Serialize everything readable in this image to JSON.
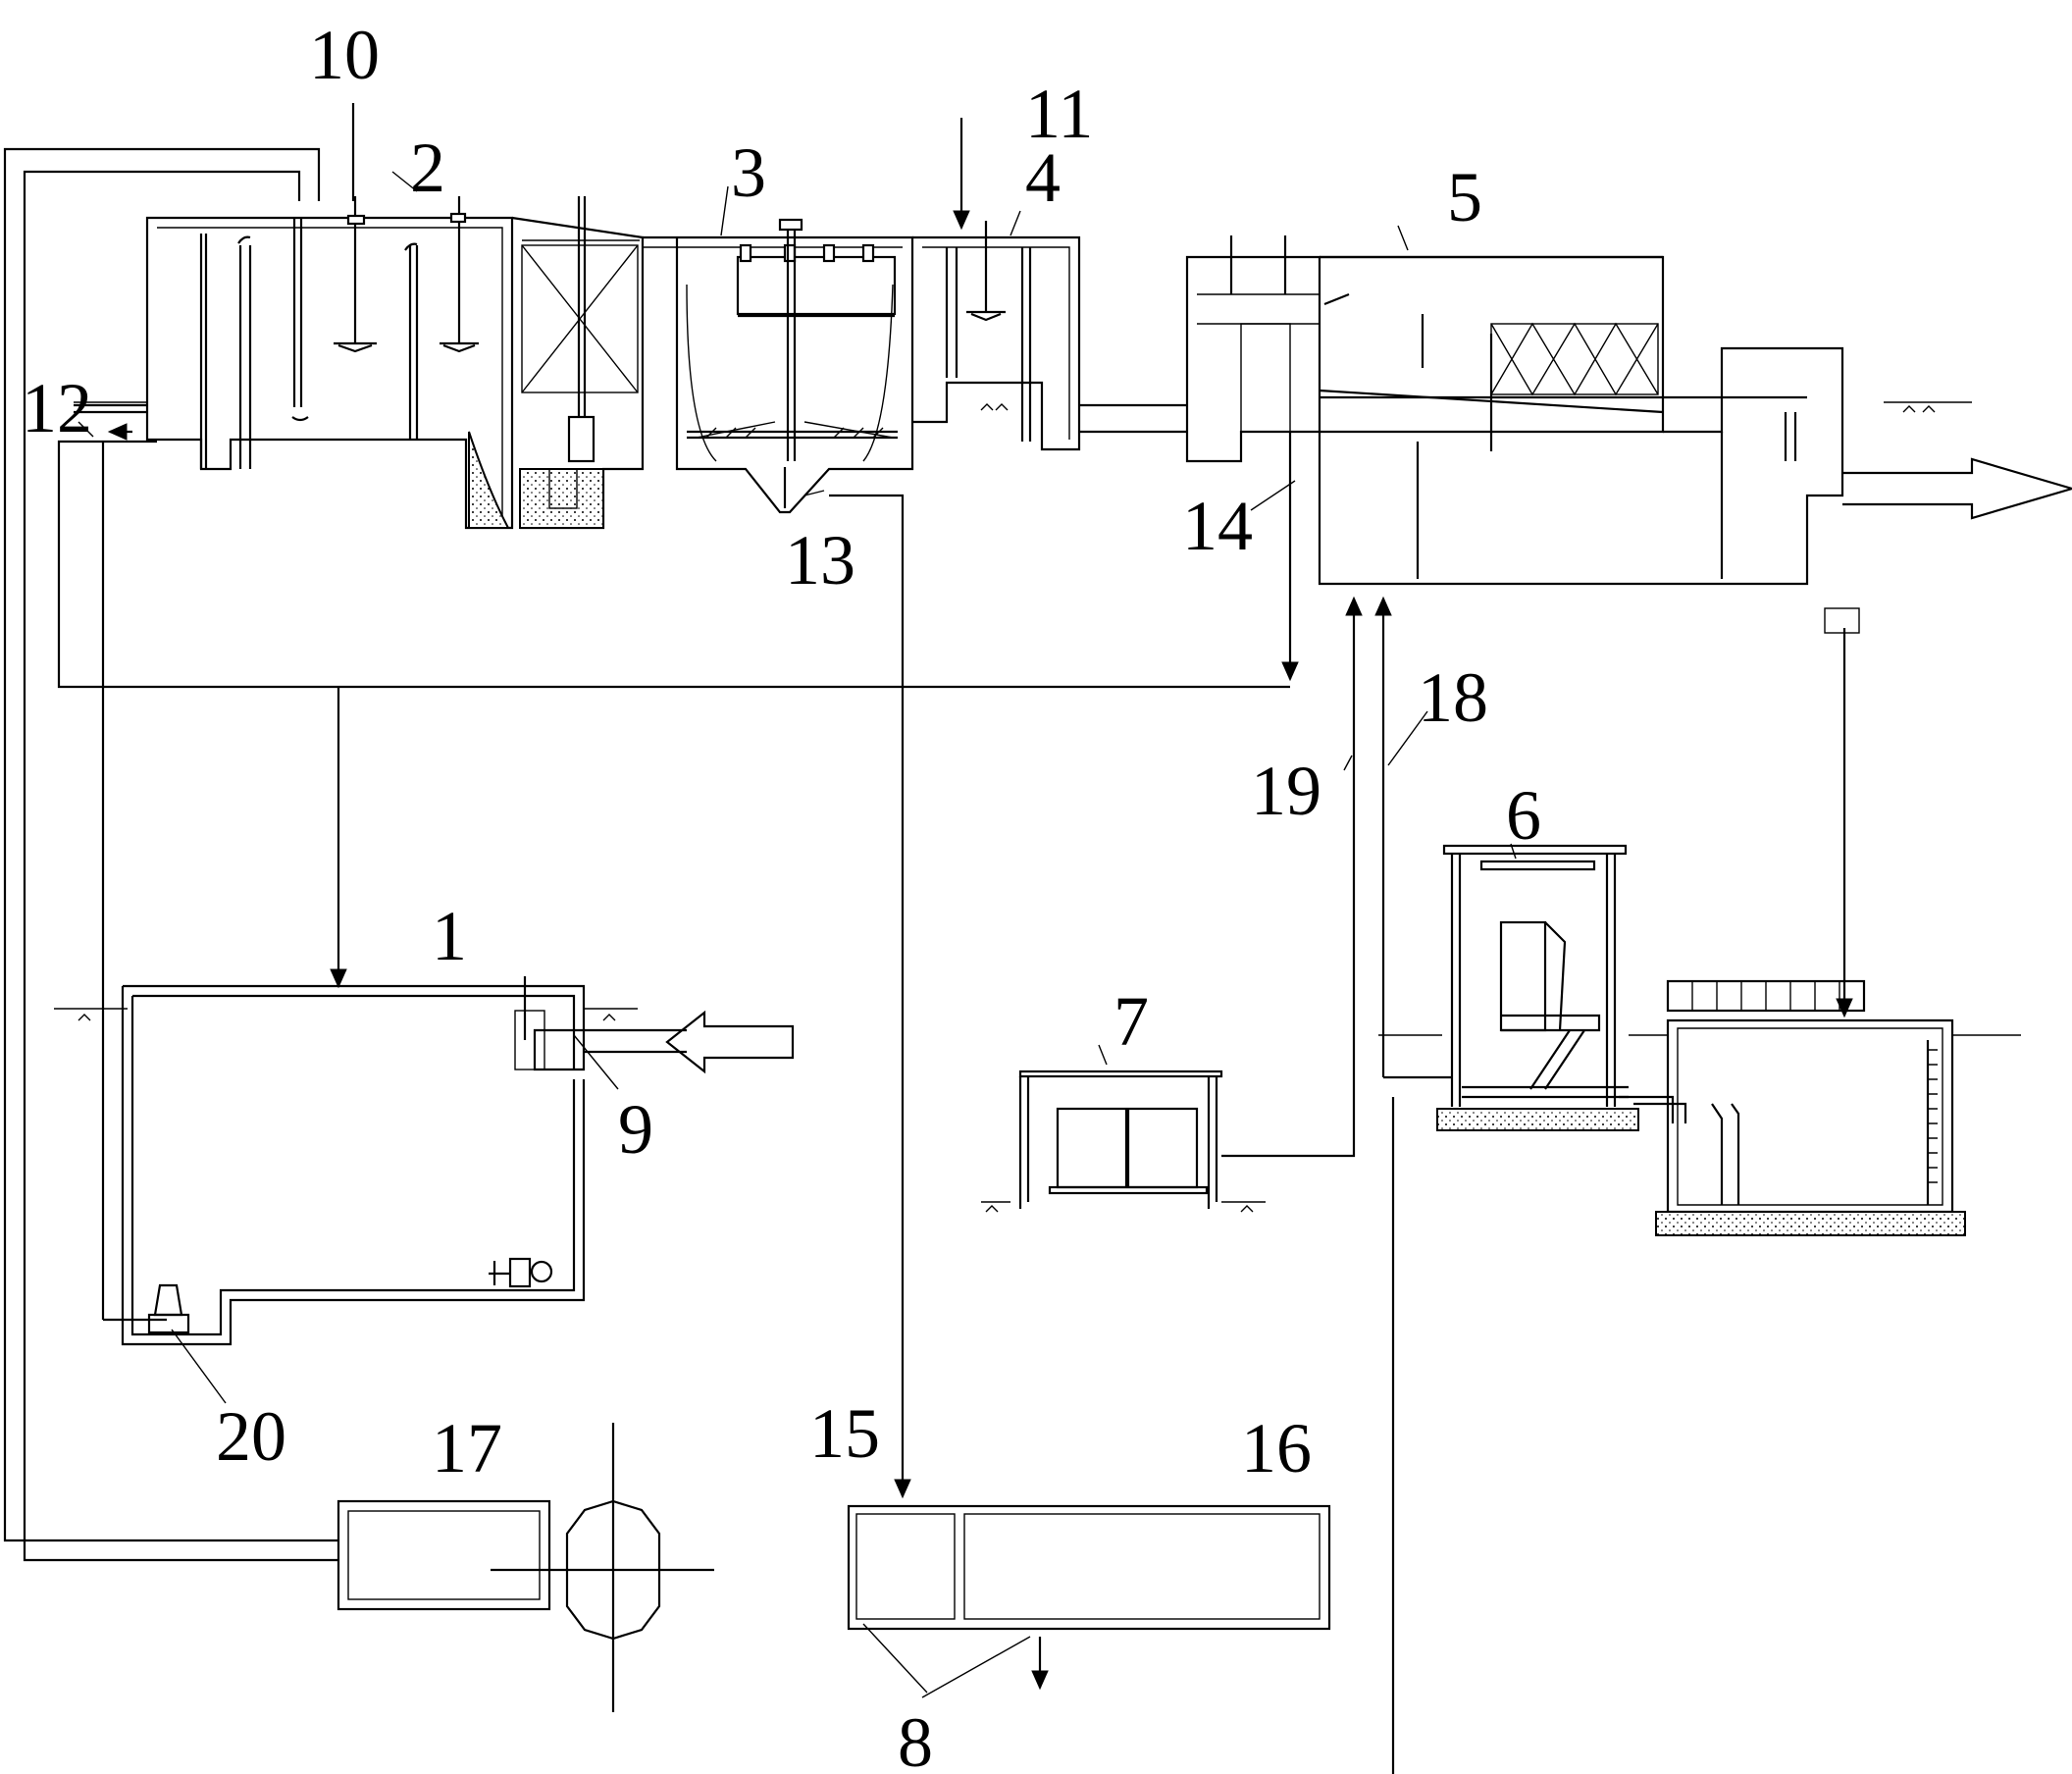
{
  "labels": {
    "l1": "1",
    "l2": "2",
    "l3": "3",
    "l4": "4",
    "l5": "5",
    "l6": "6",
    "l7": "7",
    "l8": "8",
    "l9": "9",
    "l10": "10",
    "l11": "11",
    "l12": "12",
    "l13": "13",
    "l14": "14",
    "l15": "15",
    "l16": "16",
    "l17": "17",
    "l18": "18",
    "l19": "19",
    "l20": "20"
  },
  "colors": {
    "line": "#000000",
    "background": "#ffffff"
  }
}
